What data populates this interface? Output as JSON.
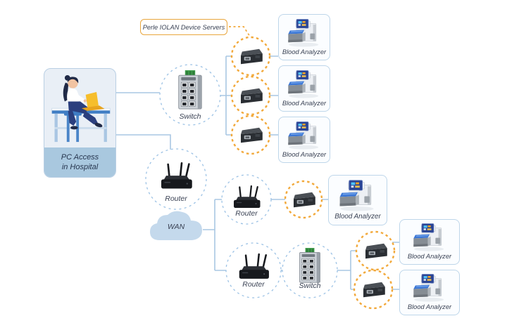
{
  "diagram": {
    "perle_label": "Perle IOLAN Device Servers",
    "pc_card": {
      "line1": "PC Access",
      "line2": "in Hospital"
    },
    "wan_label": "WAN",
    "switch_labels": [
      "Switch",
      "Switch"
    ],
    "router_labels": [
      "Router",
      "Router",
      "Router"
    ],
    "analyzer_labels": [
      "Blood Analyzer",
      "Blood Analyzer",
      "Blood Analyzer",
      "Blood Analyzer",
      "Blood Analyzer",
      "Blood Analyzer"
    ],
    "icons": {
      "person": "person-at-desk-illustration",
      "switch": "ethernet-switch-icon",
      "router": "wireless-router-icon",
      "device_server": "device-server-icon",
      "analyzer": "blood-analyzer-icon",
      "cloud": "wan-cloud-icon"
    },
    "colors": {
      "line": "#A9C7E3",
      "blue-dash": "#9CC2E5",
      "orange-dash": "#F2A93B",
      "label-border": "#E9A63C",
      "card-bg": "#FBFDFF",
      "card-border": "#BED6EA",
      "pc-card-bg": "#E9EFF6",
      "pc-card-border": "#B9CFE4",
      "pc-band": "#A9C8DF",
      "text": "#3A4254",
      "cloud": "#C4D9EC"
    }
  }
}
